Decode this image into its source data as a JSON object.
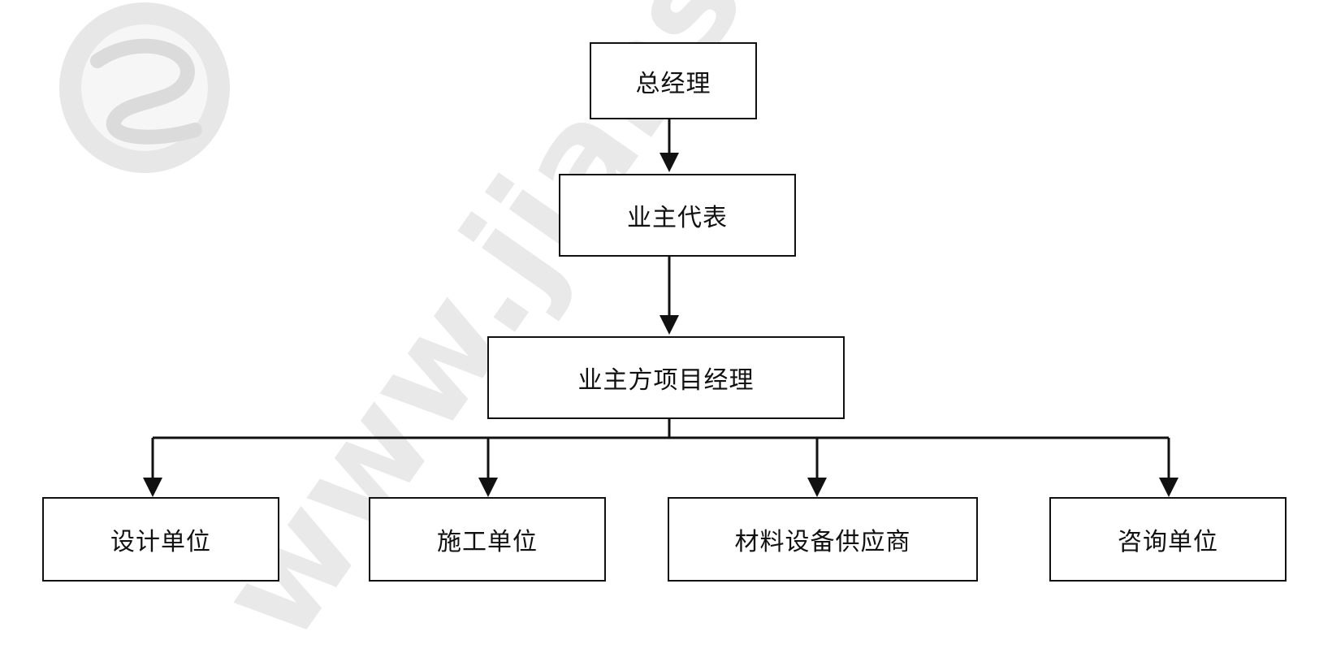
{
  "diagram": {
    "nodes": {
      "general_manager": "总经理",
      "owner_representative": "业主代表",
      "owner_project_manager": "业主方项目经理",
      "design_unit": "设计单位",
      "construction_unit": "施工单位",
      "material_supplier": "材料设备供应商",
      "consulting_unit": "咨询单位"
    }
  },
  "watermark": {
    "text": "www.jianshe",
    "color": "#c8c8c8"
  }
}
